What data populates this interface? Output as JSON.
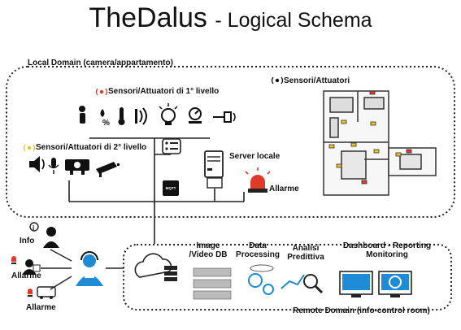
{
  "title": {
    "main": "TheDalus",
    "sub": "Logical Schema"
  },
  "local_domain": {
    "label": "Local Domain (camera/appartamento)",
    "sensors_level1": "Sensori/Attuatori di 1° livello",
    "sensors_level2": "Sensori/Attuatori di 2° livello",
    "sensors_actuators": "Sensori/Attuatori",
    "local_server": "Server locale",
    "alarms": "Allarme",
    "mqtt_badge": "MQTT"
  },
  "actors": [
    {
      "label": "Info"
    },
    {
      "label": "Allarme"
    },
    {
      "label": "Allarme"
    }
  ],
  "remote_domain": {
    "label": "Remote Domain (info-control room)",
    "image_db": "Image /Video DB",
    "data_processing": "Data Processing",
    "predictive": "Analisi Predittiva",
    "dashboard": "Dashboard - Reporting Monitoring"
  },
  "colors": {
    "accent_blue": "#1f8ad6",
    "alarm_red": "#e03a2a",
    "sensor_yellow": "#e8c22a",
    "dark": "#222222"
  }
}
